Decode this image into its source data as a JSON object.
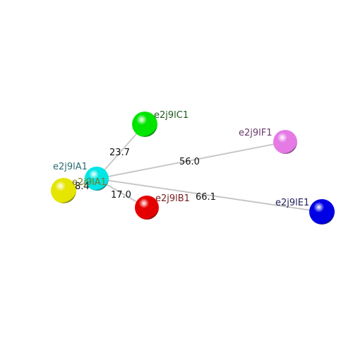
{
  "nodes": [
    {
      "id": "e2j9lA1",
      "color": "#00e5e5",
      "label_color": "#2a6a72"
    },
    {
      "id": "e2j9lA1",
      "color": "#e5e500",
      "label_color": "#7a7a1c"
    },
    {
      "id": "e2j9lB1",
      "color": "#e50000",
      "label_color": "#7a2020"
    },
    {
      "id": "e2j9lC1",
      "color": "#00e500",
      "label_color": "#1e5a1e"
    },
    {
      "id": "e2j9lE1",
      "color": "#0000e5",
      "label_color": "#20205a"
    },
    {
      "id": "e2j9lF1",
      "color": "#e57ae5",
      "label_color": "#6a3a6a"
    }
  ],
  "edges": [
    {
      "label": "23.7"
    },
    {
      "label": "56.0"
    },
    {
      "label": "66.1"
    },
    {
      "label": "17.0"
    },
    {
      "label": "8.4"
    }
  ]
}
